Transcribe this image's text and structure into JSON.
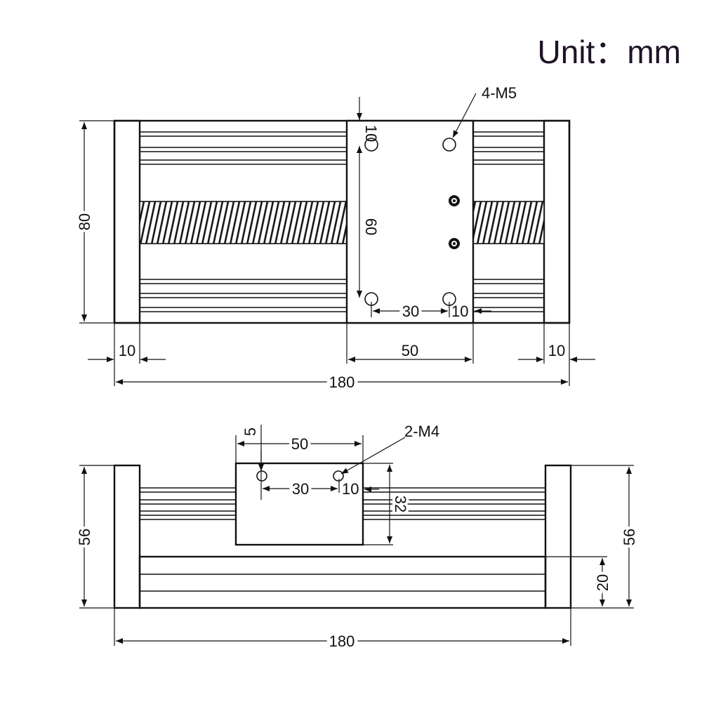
{
  "unit_label": "Unit：mm",
  "top_view": {
    "hole_callout": "4-M5",
    "dims": {
      "height": "80",
      "edge_top": "10",
      "hole_spacing_v": "60",
      "hole_spacing_h": "30",
      "hole_edge_right": "10",
      "left_block": "10",
      "carriage_width": "50",
      "right_block": "10",
      "total_length": "180"
    }
  },
  "side_view": {
    "hole_callout": "2-M4",
    "dims": {
      "edge_left": "5",
      "carriage_width": "50",
      "hole_spacing": "30",
      "hole_edge_right": "10",
      "carriage_height": "32",
      "height_left": "56",
      "height_right": "56",
      "base_height": "20",
      "total_length": "180"
    }
  }
}
